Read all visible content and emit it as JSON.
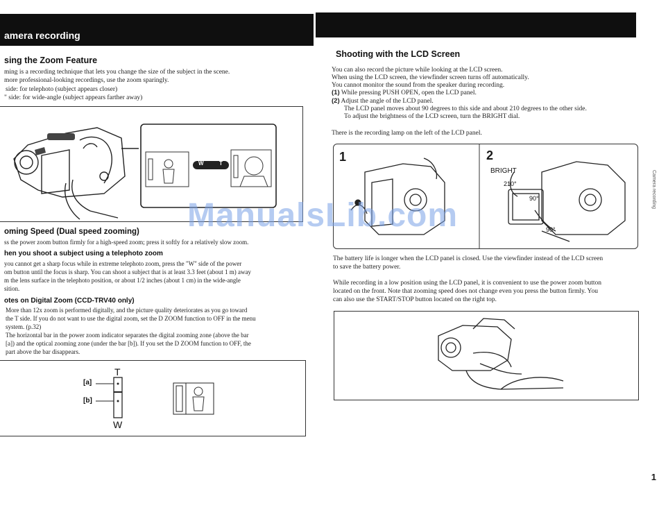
{
  "left": {
    "section_title": "amera recording",
    "zoom_heading": "sing the Zoom Feature",
    "zoom_lines": [
      "ming is a recording technique that lets you change the size of the subject in the scene.",
      "more professional-looking recordings, use the zoom sparingly.",
      "side:  for telephoto (subject appears closer)",
      "\" side:  for wide-angle (subject appears farther away)"
    ],
    "zoom_fig_labels": {
      "w": "W",
      "t": "T"
    },
    "speed_heading": "oming Speed (Dual speed zooming)",
    "speed_line": "ss the power zoom button firmly for a high-speed zoom; press it softly for a relatively slow zoom.",
    "telephoto_heading": "hen you shoot a subject using a telephoto zoom",
    "telephoto_lines": [
      "you cannot get a sharp focus while in extreme telephoto zoom, press the \"W\" side of the power",
      "om button until the focus is sharp. You can shoot a subject that is at least 3.3 feet (about 1 m) away",
      "m the lens surface in the telephoto position, or about 1/2 inches (about 1 cm) in the wide-angle",
      "sition."
    ],
    "digital_heading": "otes on Digital Zoom (CCD-TRV40 only)",
    "digital_lines": [
      "More than 12x zoom is performed digitally, and the picture quality deteriorates as you go toward",
      "the T side. If you do not want to use the digital zoom, set the D ZOOM function to OFF in the menu",
      "system. (p.32)",
      "The horizontal bar in the power zoom indicator separates the digital zooming zone (above the bar",
      "[a]) and the optical zooming zone (under the bar [b]). If you set the D ZOOM function to OFF, the",
      "part above the bar disappears."
    ],
    "bar_fig": {
      "a": "[a]",
      "b": "[b]",
      "t": "T",
      "w": "W"
    }
  },
  "right": {
    "lcd_heading": "Shooting with the LCD Screen",
    "lcd_lines": [
      "You can also record the picture while looking at the LCD screen.",
      "When using the LCD screen, the viewfinder screen turns off automatically.",
      "You cannot monitor the sound from the speaker during recording."
    ],
    "steps": [
      {
        "num": "(1)",
        "text": "While pressing PUSH OPEN, open the LCD panel."
      },
      {
        "num": "(2)",
        "text": "Adjust the angle of the LCD panel."
      }
    ],
    "step2_lines": [
      "The LCD panel moves about 90 degrees to this side and about 210 degrees to the other side.",
      "To adjust the brightness of the LCD screen, turn the BRIGHT dial."
    ],
    "lamp_line": "There is the recording lamp on the left of the LCD panel.",
    "fig": {
      "step1": "1",
      "step2": "2",
      "bright": "BRIGHT",
      "deg210": "210°",
      "deg90a": "90°",
      "deg90b": "90°"
    },
    "battery_lines": [
      "The battery life is longer when the LCD panel is closed. Use the viewfinder instead of the LCD screen",
      "to save the battery power."
    ],
    "lowpos_lines": [
      "While recording in a low position using the LCD panel, it is convenient to use the power zoom button",
      "located on the front.  Note that zooming speed does not change even you press the button firmly. You",
      "can also use the START/STOP button located on the right top."
    ],
    "side_tab": "Camera recording",
    "page_number": "1"
  },
  "watermark": "ManualsLib.com"
}
